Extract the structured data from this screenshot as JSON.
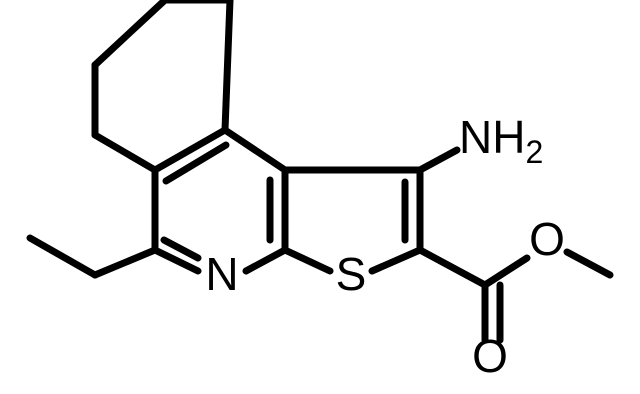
{
  "molecule": {
    "atom_labels": {
      "amine": "NH",
      "amine_subscript": "2",
      "ring_nitrogen": "N",
      "ring_sulfur": "S",
      "ester_oxygen": "O",
      "carbonyl_oxygen": "O"
    }
  }
}
